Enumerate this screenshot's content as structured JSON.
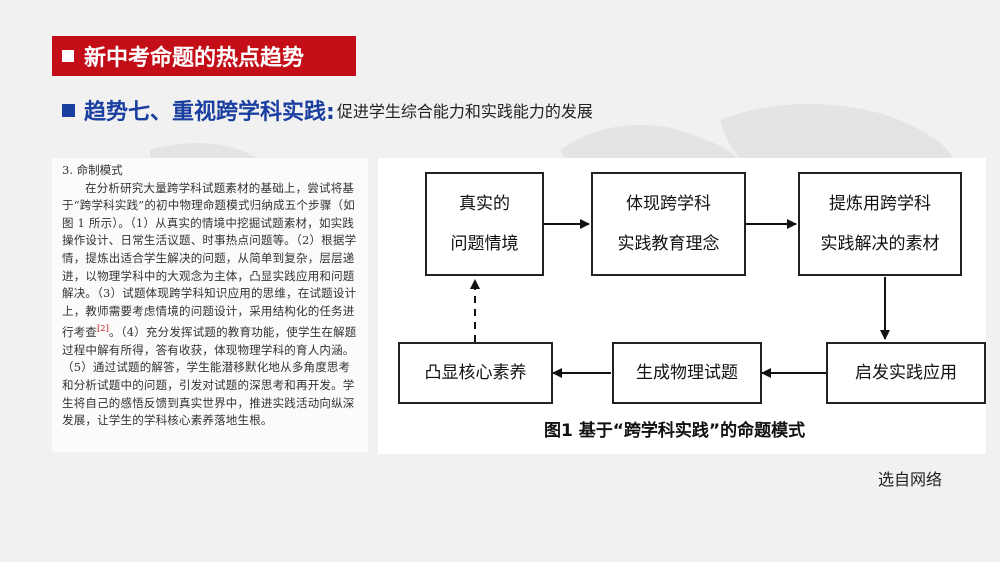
{
  "header": {
    "title": "新中考命题的热点趋势",
    "trend_heading": "趋势七、重视跨学科实践:",
    "trend_subtitle": "促进学生综合能力和实践能力的发展"
  },
  "document": {
    "heading": "3. 命制模式",
    "body_start": "在分析研究大量跨学科试题素材的基础上，尝试将基于“跨学科实践”的初中物理命题模式归纳成五个步骤（如图 1 所示）。（1）从真实的情境中挖掘试题素材，如实践操作设计、日常生活议题、时事热点问题等。（2）根据学情，提炼出适合学生解决的问题，从简单到复杂，层层递进，以物理学科中的大观念为主体，凸显实践应用和问题解决。（3）试题体现跨学科知识应用的思维，在试题设计上，教师需要考虑情境的问题设计，采用结构化的任务进行考查",
    "citation": "[2]",
    "body_end": "。（4）充分发挥试题的教育功能，使学生在解题过程中解有所得，答有收获，体现物理学科的育人内涵。（5）通过试题的解答，学生能潜移默化地从多角度思考和分析试题中的问题，引发对试题的深思考和再开发。学生将自己的感悟反馈到真实世界中，推进实践活动向纵深发展，让学生的学科核心素养落地生根。"
  },
  "diagram": {
    "nodes": [
      {
        "id": "real",
        "line1": "真实的",
        "line2": "问题情境"
      },
      {
        "id": "concept",
        "line1": "体现跨学科",
        "line2": "实践教育理念"
      },
      {
        "id": "material",
        "line1": "提炼用跨学科",
        "line2": "实践解决的素材"
      },
      {
        "id": "apply",
        "label": "启发实践应用"
      },
      {
        "id": "generate",
        "label": "生成物理试题"
      },
      {
        "id": "literacy",
        "label": "凸显核心素养"
      }
    ],
    "edges": [
      {
        "from": "real",
        "to": "concept",
        "style": "solid"
      },
      {
        "from": "concept",
        "to": "material",
        "style": "solid"
      },
      {
        "from": "material",
        "to": "apply",
        "style": "solid"
      },
      {
        "from": "apply",
        "to": "generate",
        "style": "solid"
      },
      {
        "from": "generate",
        "to": "literacy",
        "style": "solid"
      },
      {
        "from": "literacy",
        "to": "real",
        "style": "dashed"
      }
    ],
    "caption": "图1  基于“跨学科实践”的命题模式"
  },
  "source_note": "选自网络",
  "colors": {
    "title_red": "#c30d17",
    "heading_blue": "#1a3fa0"
  }
}
